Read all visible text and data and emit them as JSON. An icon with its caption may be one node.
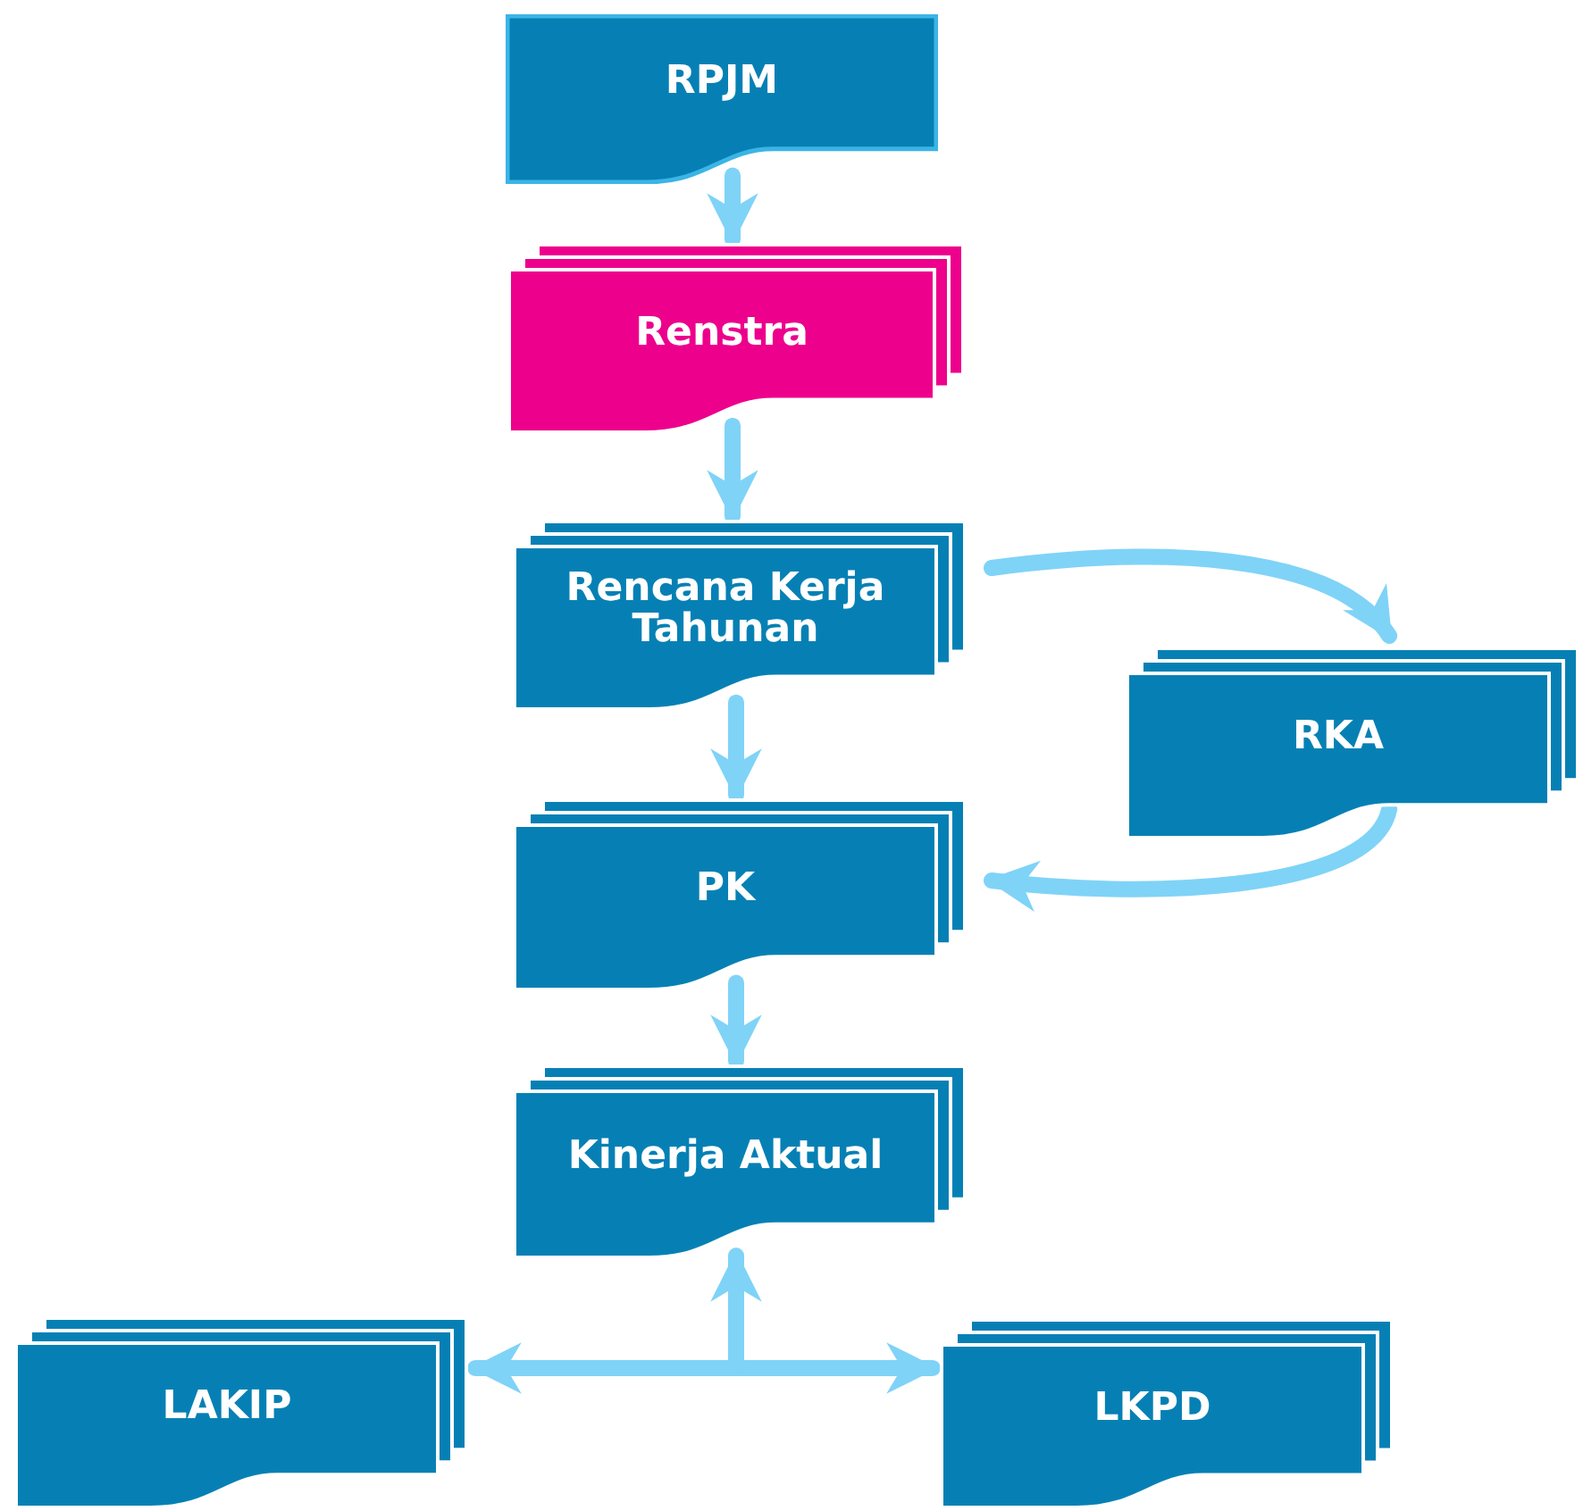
{
  "diagram": {
    "nodes": [
      {
        "text": [
          "RPJM"
        ]
      },
      {
        "text": [
          "Renstra"
        ]
      },
      {
        "text": [
          "Rencana Kerja Tahunan"
        ]
      },
      {
        "text": [
          "RKA"
        ]
      },
      {
        "text": [
          "PK"
        ]
      },
      {
        "text": [
          "Kinerja Aktual"
        ]
      },
      {
        "text": [
          "LAKIP"
        ]
      },
      {
        "text": [
          "LKPD"
        ]
      }
    ],
    "edges": [
      {
        "from": 0,
        "to": 1,
        "arrow": "to"
      },
      {
        "from": 1,
        "to": 2,
        "arrow": "to"
      },
      {
        "from": 2,
        "to": 3,
        "arrow": "to"
      },
      {
        "from": 2,
        "to": 4,
        "arrow": "to"
      },
      {
        "from": 3,
        "to": 4,
        "arrow": "to"
      },
      {
        "from": 4,
        "to": 5,
        "arrow": "to"
      },
      {
        "from": 6,
        "to": 7,
        "arrow": "both"
      },
      {
        "from": null,
        "to": 5,
        "arrow": "to"
      }
    ]
  }
}
